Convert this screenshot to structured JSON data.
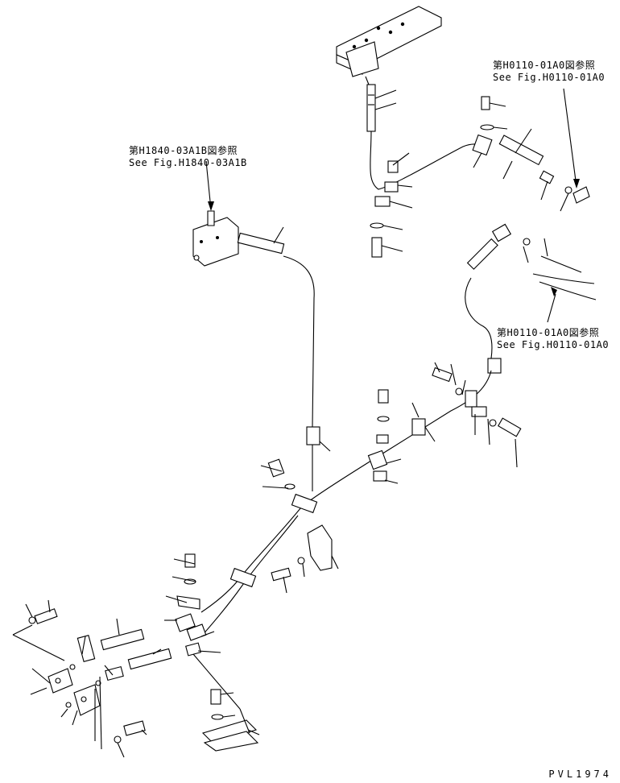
{
  "references": [
    {
      "jp": "第H0110-01A0図参照",
      "en": "See Fig.H0110-01A0"
    },
    {
      "jp": "第H1840-03A1B図参照",
      "en": "See Fig.H1840-03A1B"
    },
    {
      "jp": "第H0110-01A0図参照",
      "en": "See Fig.H0110-01A0"
    }
  ],
  "drawing_code": "PVL1974"
}
